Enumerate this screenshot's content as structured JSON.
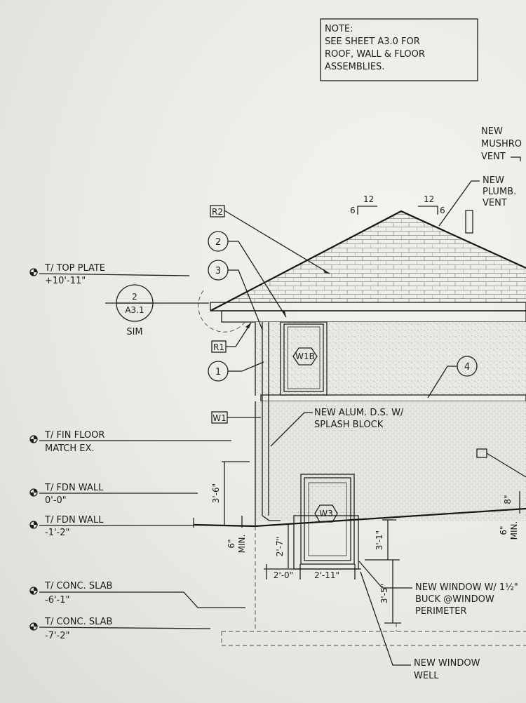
{
  "note": {
    "lines": [
      "NOTE:",
      "SEE SHEET A3.0 FOR",
      "ROOF, WALL & FLOOR",
      "ASSEMBLIES."
    ]
  },
  "levels": [
    {
      "label": "T/ TOP PLATE",
      "value": "+10'-11\""
    },
    {
      "label": "T/ FIN FLOOR",
      "value": "MATCH EX."
    },
    {
      "label": "T/ FDN WALL",
      "value": "0'-0\""
    },
    {
      "label": "T/ FDN WALL",
      "value": "-1'-2\""
    },
    {
      "label": "T/  CONC. SLAB",
      "value": "-6'-1\""
    },
    {
      "label": "T/  CONC. SLAB",
      "value": "-7'-2\""
    }
  ],
  "section_callout": {
    "number": "2",
    "sheet": "A3.1",
    "label": "SIM"
  },
  "tags": {
    "roof": "R2",
    "circle_2": "2",
    "circle_3": "3",
    "roof_1": "R1",
    "wall_circle_1": "1",
    "wall": "W1",
    "circle_4": "4",
    "window_upper": "W1B",
    "window_lower": "W3"
  },
  "slopes": {
    "left_rise": "6",
    "left_run": "12",
    "right_rise": "6",
    "right_run": "12"
  },
  "annotations": {
    "mushroom_vent": [
      "NEW",
      "MUSHRO",
      "VENT"
    ],
    "plumb_vent": [
      "NEW",
      "PLUMB.",
      "VENT"
    ],
    "downspout": [
      "NEW ALUM. D.S. W/",
      "SPLASH BLOCK"
    ],
    "window_buck": [
      "NEW WINDOW W/ 1½\"",
      "BUCK @WINDOW",
      "PERIMETER"
    ],
    "window_well": [
      "NEW WINDOW",
      "WELL"
    ]
  },
  "dimensions": {
    "d_3_6": "3'-6\"",
    "d_6_min_a": "6\"",
    "d_min_a": "MIN.",
    "d_2_7": "2'-7\"",
    "d_2_0": "2'-0\"",
    "d_2_11": "2'-11\"",
    "d_3_1": "3'-1\"",
    "d_3_5": "3'-5\"",
    "d_8": "8\"",
    "d_6_min_b": "6\"",
    "d_min_b": "MIN."
  }
}
